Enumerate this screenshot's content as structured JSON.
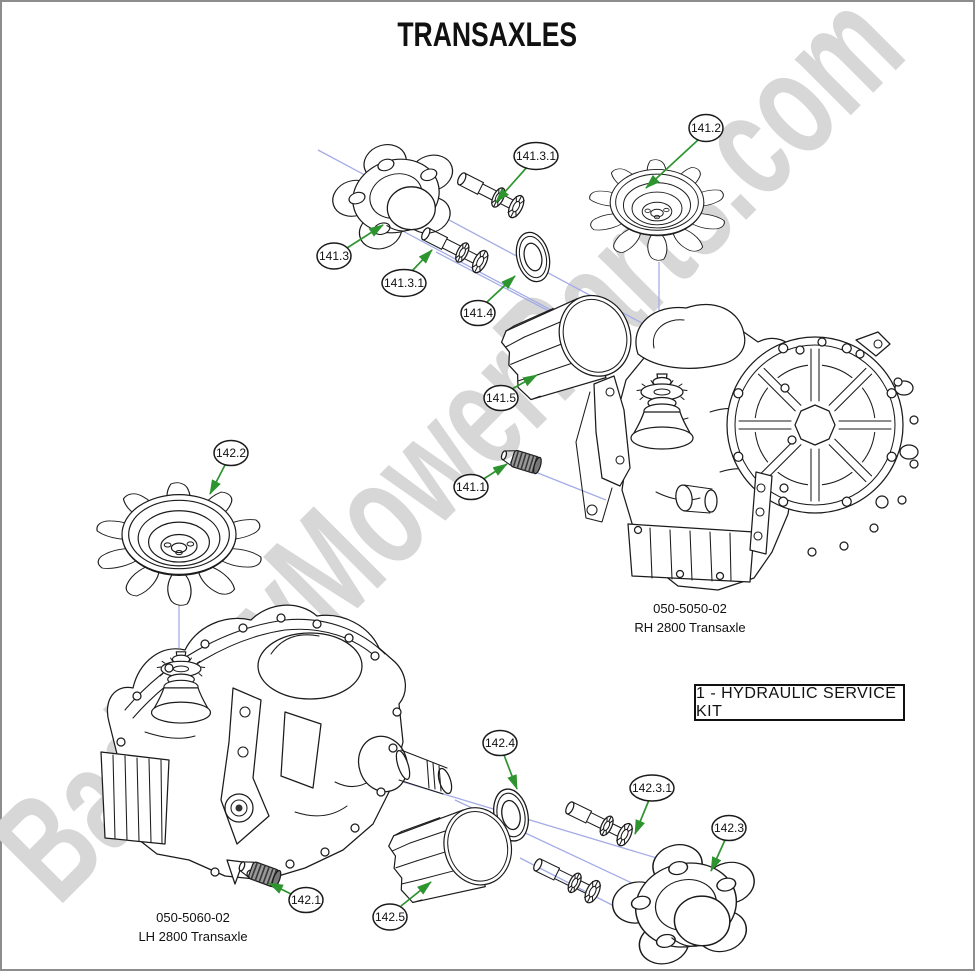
{
  "page": {
    "title": "TRANSAXLES"
  },
  "watermark": {
    "text": "BadBoyMowerParts.com"
  },
  "legend": {
    "text": "1 - HYDRAULIC SERVICE KIT"
  },
  "assemblies": {
    "rh": {
      "part_number": "050-5050-02",
      "name": "RH 2800 Transaxle"
    },
    "lh": {
      "part_number": "050-5060-02",
      "name": "LH 2800 Transaxle"
    }
  },
  "callouts": [
    {
      "label": "141.2"
    },
    {
      "label": "141.3.1"
    },
    {
      "label": "141.3"
    },
    {
      "label": "141.3.1"
    },
    {
      "label": "141.4"
    },
    {
      "label": "141.5"
    },
    {
      "label": "141.1"
    },
    {
      "label": "142.2"
    },
    {
      "label": "142.4"
    },
    {
      "label": "142.3.1"
    },
    {
      "label": "142.3"
    },
    {
      "label": "142.1"
    },
    {
      "label": "142.5"
    }
  ],
  "colors": {
    "arrow_green": "#2e9430",
    "axis_line": "#a4ace6",
    "watermark_gray": "#d7d7d7",
    "line_art": "#1b1b1b",
    "frame_gray": "#8d8d8d",
    "text_black": "#111111"
  }
}
